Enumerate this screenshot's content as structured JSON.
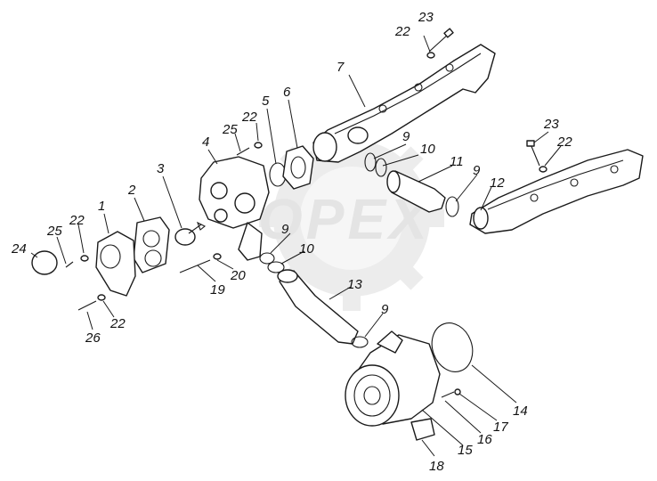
{
  "watermark": {
    "text": "OPEX"
  },
  "callouts": [
    {
      "n": "1",
      "label": "1"
    },
    {
      "n": "2",
      "label": "2"
    },
    {
      "n": "3",
      "label": "3"
    },
    {
      "n": "4",
      "label": "4"
    },
    {
      "n": "5",
      "label": "5"
    },
    {
      "n": "6",
      "label": "6"
    },
    {
      "n": "7",
      "label": "7"
    },
    {
      "n": "9a",
      "label": "9"
    },
    {
      "n": "10a",
      "label": "10"
    },
    {
      "n": "11",
      "label": "11"
    },
    {
      "n": "9b",
      "label": "9"
    },
    {
      "n": "12",
      "label": "12"
    },
    {
      "n": "23a",
      "label": "23"
    },
    {
      "n": "22a",
      "label": "22"
    },
    {
      "n": "23b",
      "label": "23"
    },
    {
      "n": "22b",
      "label": "22"
    },
    {
      "n": "25a",
      "label": "25"
    },
    {
      "n": "22c",
      "label": "22"
    },
    {
      "n": "24",
      "label": "24"
    },
    {
      "n": "25b",
      "label": "25"
    },
    {
      "n": "22d",
      "label": "22"
    },
    {
      "n": "22e",
      "label": "22"
    },
    {
      "n": "26",
      "label": "26"
    },
    {
      "n": "19",
      "label": "19"
    },
    {
      "n": "20",
      "label": "20"
    },
    {
      "n": "9c",
      "label": "9"
    },
    {
      "n": "10b",
      "label": "10"
    },
    {
      "n": "13",
      "label": "13"
    },
    {
      "n": "9d",
      "label": "9"
    },
    {
      "n": "14",
      "label": "14"
    },
    {
      "n": "17",
      "label": "17"
    },
    {
      "n": "16",
      "label": "16"
    },
    {
      "n": "15",
      "label": "15"
    },
    {
      "n": "18",
      "label": "18"
    }
  ]
}
